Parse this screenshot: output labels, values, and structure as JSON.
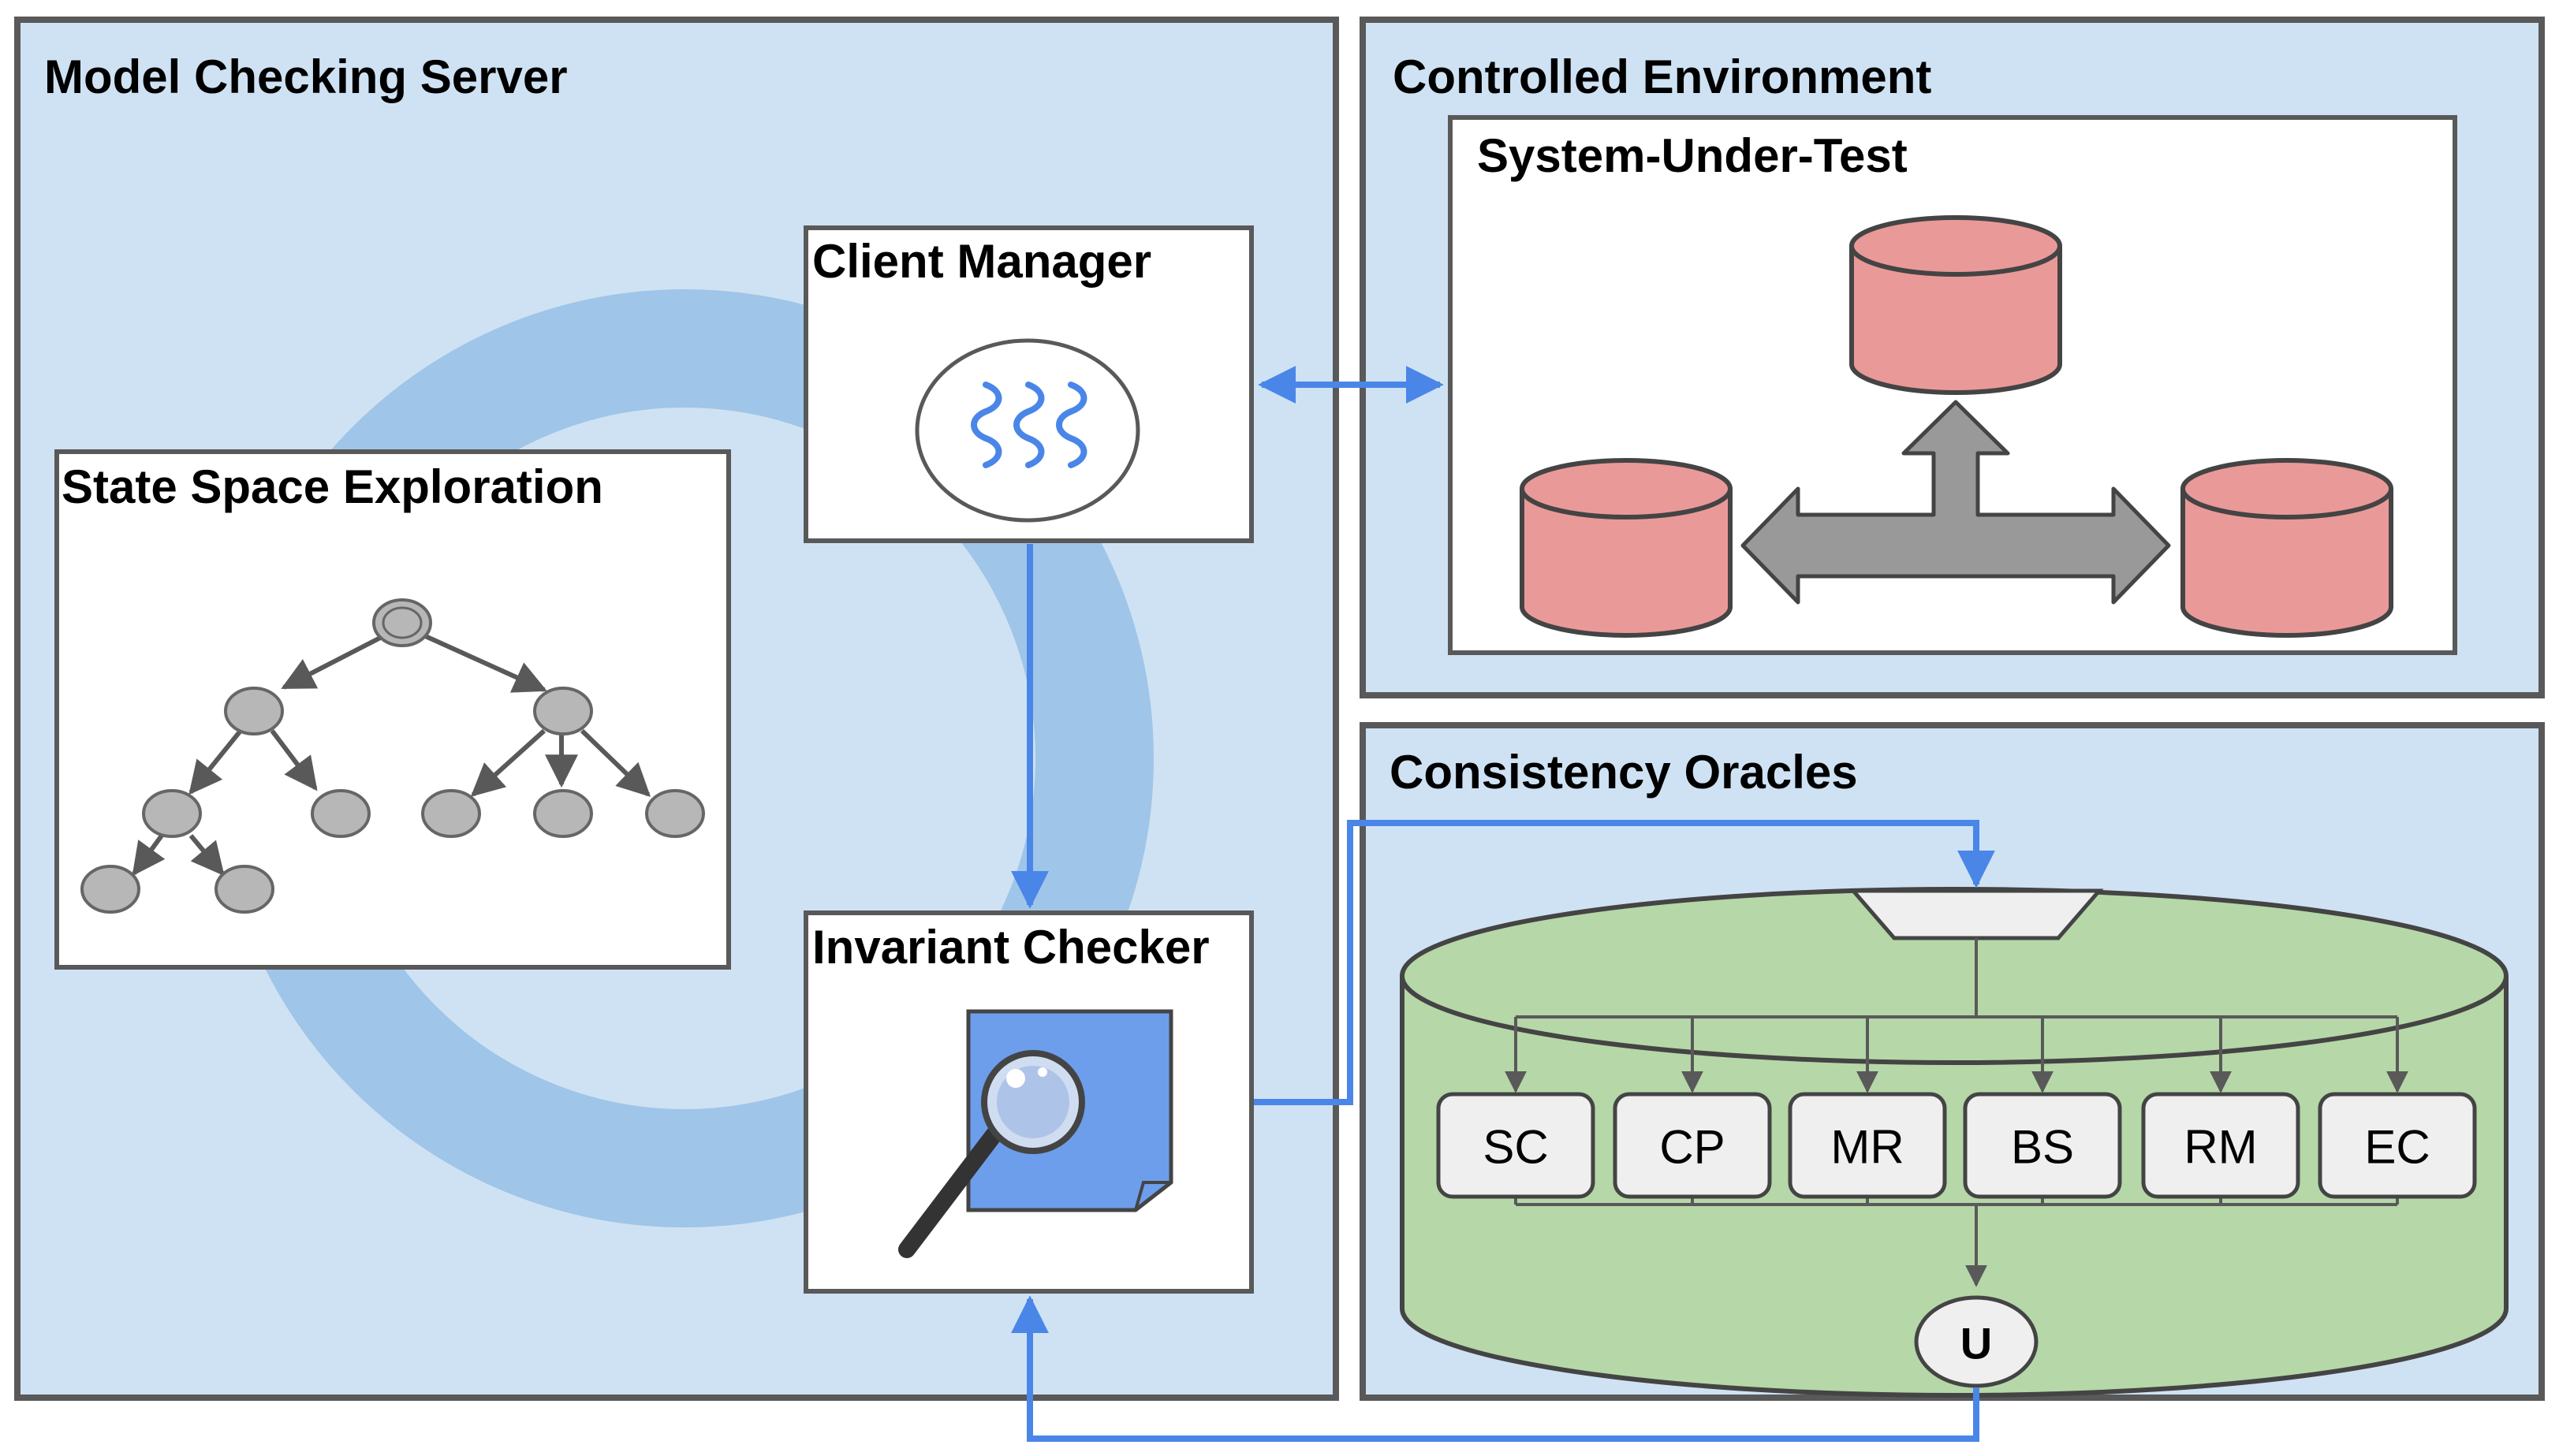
{
  "panels": {
    "model_checking_server": "Model Checking Server",
    "controlled_environment": "Controlled Environment",
    "consistency_oracles": "Consistency Oracles"
  },
  "boxes": {
    "state_space_exploration": "State Space Exploration",
    "client_manager": "Client Manager",
    "invariant_checker": "Invariant Checker",
    "system_under_test": "System-Under-Test"
  },
  "oracles": [
    "SC",
    "CP",
    "MR",
    "BS",
    "RM",
    "EC"
  ],
  "union_label": "U",
  "colors": {
    "panel_fill": "#cfe2f3",
    "cycle_ring": "#9fc5e8",
    "arrow_blue": "#4a86e8",
    "database_red": "#ea9999",
    "oracle_container_green": "#b6d7a8",
    "document_blue": "#6d9eeb",
    "tree_node_gray": "#b7b7b7"
  },
  "icons": {
    "client_manager": "threads-icon",
    "invariant_checker": "magnifier-document-icon",
    "system_under_test": "database-icon"
  }
}
